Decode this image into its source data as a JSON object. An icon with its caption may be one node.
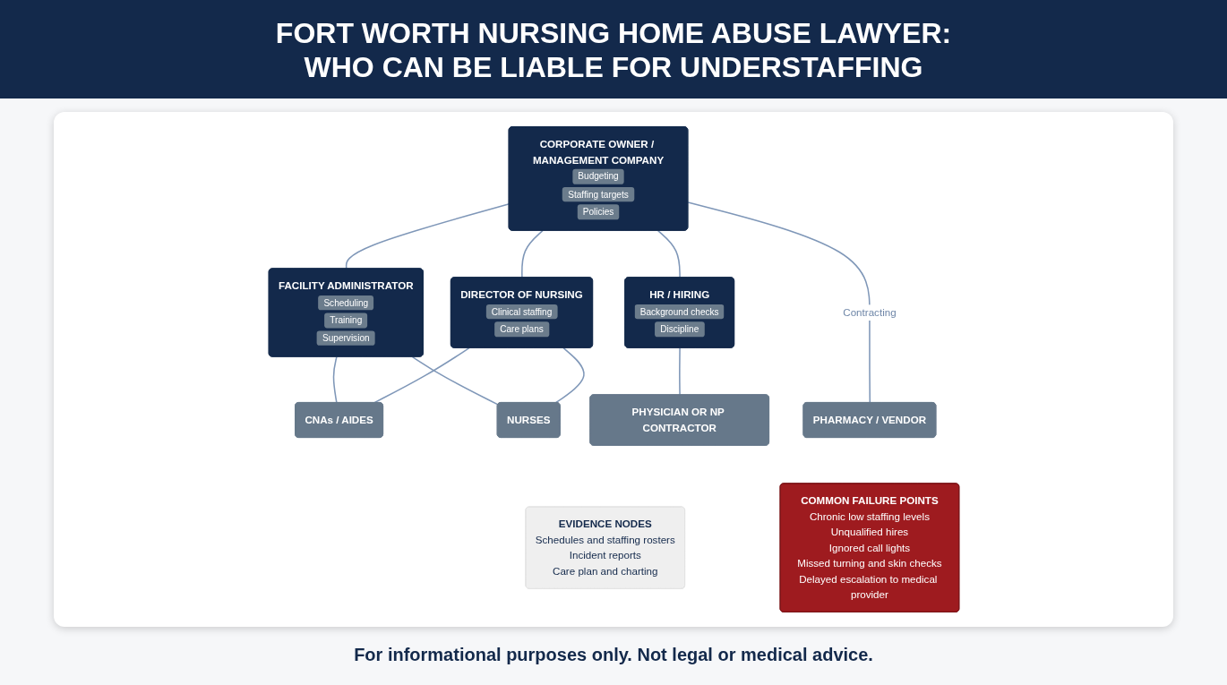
{
  "diagram": {
    "title": "FORT WORTH NURSING HOME ABUSE LAWYER: WHO CAN BE LIABLE FOR UNDERSTAFFING",
    "caption": "For informational purposes only. Not legal or medical advice.",
    "nodes": [
      {
        "text": [
          "CORPORATE OWNER / MANAGEMENT COMPANY",
          "Budgeting",
          "Staffing targets",
          "Policies"
        ]
      },
      {
        "text": [
          "FACILITY ADMINISTRATOR",
          "Scheduling",
          "Training",
          "Supervision"
        ]
      },
      {
        "text": [
          "DIRECTOR OF NURSING",
          "Clinical staffing",
          "Care plans"
        ]
      },
      {
        "text": [
          "HR / HIRING",
          "Background checks",
          "Discipline"
        ]
      },
      {
        "text": [
          "CNAs / AIDES"
        ]
      },
      {
        "text": [
          "NURSES"
        ]
      },
      {
        "text": [
          "PHYSICIAN OR NP CONTRACTOR"
        ]
      },
      {
        "text": [
          "PHARMACY / VENDOR"
        ]
      },
      {
        "text": [
          "COMMON FAILURE POINTS",
          "Chronic low staffing levels",
          "Unqualified hires",
          "Ignored call lights",
          "Missed turning and skin checks",
          "Delayed escalation to medical provider"
        ]
      },
      {
        "text": [
          "EVIDENCE NODES",
          "Schedules and staffing rosters",
          "Incident reports",
          "Care plan and charting"
        ]
      }
    ],
    "edges": [
      {
        "from": 0,
        "to": 1,
        "arrow": "none"
      },
      {
        "from": 0,
        "to": 2,
        "arrow": "none"
      },
      {
        "from": 0,
        "to": 3,
        "arrow": "none"
      },
      {
        "from": 0,
        "to": 7,
        "arrow": "none",
        "label": "Contracting"
      },
      {
        "from": 1,
        "to": 4,
        "arrow": "none"
      },
      {
        "from": 1,
        "to": 5,
        "arrow": "none"
      },
      {
        "from": 2,
        "to": 4,
        "arrow": "none"
      },
      {
        "from": 2,
        "to": 5,
        "arrow": "none"
      },
      {
        "from": 3,
        "to": 6,
        "arrow": "none"
      }
    ]
  }
}
